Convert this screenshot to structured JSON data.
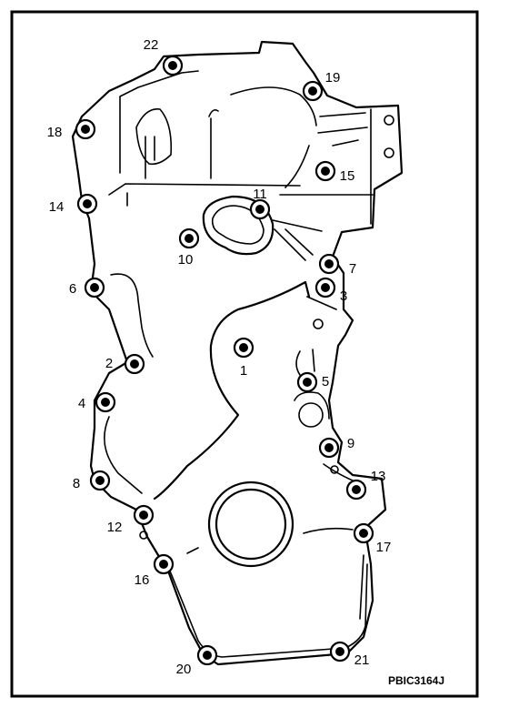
{
  "diagram": {
    "figure_code": "PBIC3164J",
    "bolts": [
      {
        "number": "1"
      },
      {
        "number": "2"
      },
      {
        "number": "3"
      },
      {
        "number": "4"
      },
      {
        "number": "5"
      },
      {
        "number": "6"
      },
      {
        "number": "7"
      },
      {
        "number": "8"
      },
      {
        "number": "9"
      },
      {
        "number": "10"
      },
      {
        "number": "11"
      },
      {
        "number": "12"
      },
      {
        "number": "13"
      },
      {
        "number": "14"
      },
      {
        "number": "15"
      },
      {
        "number": "16"
      },
      {
        "number": "17"
      },
      {
        "number": "18"
      },
      {
        "number": "19"
      },
      {
        "number": "20"
      },
      {
        "number": "21"
      },
      {
        "number": "22"
      }
    ]
  }
}
